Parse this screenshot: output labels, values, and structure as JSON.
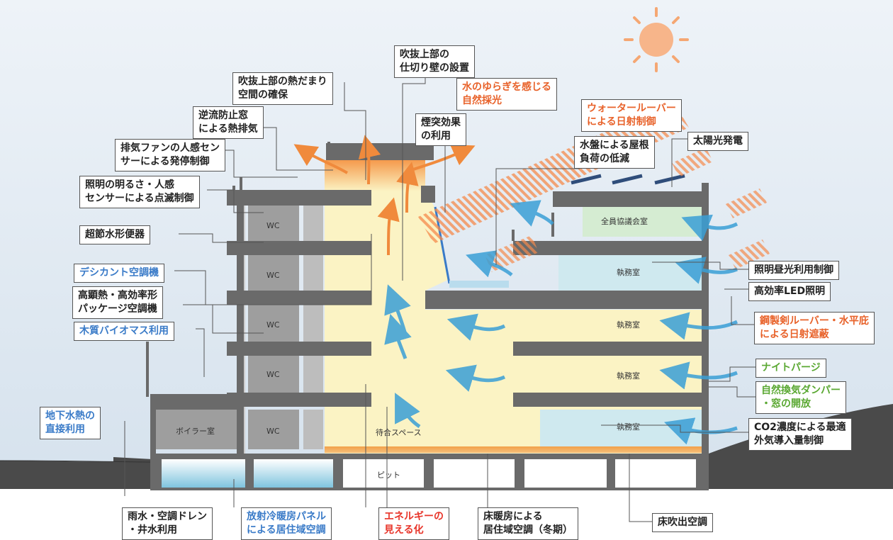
{
  "rooms": {
    "wc": "WC",
    "boiler": "ボイラー室",
    "waiting": "待合スペース",
    "pit": "ピット",
    "office": "執務室",
    "meeting": "全員協議会室"
  },
  "labels": {
    "partition_wall": [
      "吹抜上部の",
      "仕切り壁の設置"
    ],
    "heat_pool": [
      "吹抜上部の熱だまり",
      "空間の確保"
    ],
    "water_light": [
      "水のゆらぎを感じる",
      "自然採光"
    ],
    "backflow_window": [
      "逆流防止窓",
      "による熱排気"
    ],
    "stack_effect": [
      "煙突効果",
      "の利用"
    ],
    "water_louver": [
      "ウォータールーバー",
      "による日射制御"
    ],
    "exhaust_fan": [
      "排気ファンの人感セン",
      "サーによる発停制御"
    ],
    "water_roof": [
      "水盤による屋根",
      "負荷の低減"
    ],
    "solar": [
      "太陽光発電"
    ],
    "lighting_sensor": [
      "照明の明るさ・人感",
      "センサーによる点滅制御"
    ],
    "water_saving": [
      "超節水形便器"
    ],
    "desiccant": [
      "デシカント空調機"
    ],
    "daylight_control": [
      "照明昼光利用制御"
    ],
    "high_sensible": [
      "高顕熱・高効率形",
      "パッケージ空調機"
    ],
    "led": [
      "高効率LED照明"
    ],
    "biomass": [
      "木質バイオマス利用"
    ],
    "steel_louver": [
      "鋼製剣ルーバー・水平庇",
      "による日射遮蔽"
    ],
    "night_purge": [
      "ナイトパージ"
    ],
    "natural_vent": [
      "自然換気ダンパー",
      "・窓の開放"
    ],
    "groundwater": [
      "地下水熱の",
      "直接利用"
    ],
    "co2": [
      "CO2濃度による最適",
      "外気導入量制御"
    ],
    "rainwater": [
      "雨水・空調ドレン",
      "・井水利用"
    ],
    "radiant": [
      "放射冷暖房パネル",
      "による居住域空調"
    ],
    "energy_visual": [
      "エネルギーの",
      "見える化"
    ],
    "floor_heating": [
      "床暖房による",
      "居住域空調（冬期）"
    ],
    "floor_supply": [
      "床吹出空調"
    ]
  },
  "colors": {
    "orange": "#e8622a",
    "blue": "#3a7bc8",
    "red": "#e8352a",
    "green": "#5aa832",
    "atrium": "#fbf3c4",
    "office_blue": "#cfe9ef",
    "meeting_green": "#d5ecd2",
    "warm": "#f5a05a",
    "sky": "#dde8f2"
  }
}
